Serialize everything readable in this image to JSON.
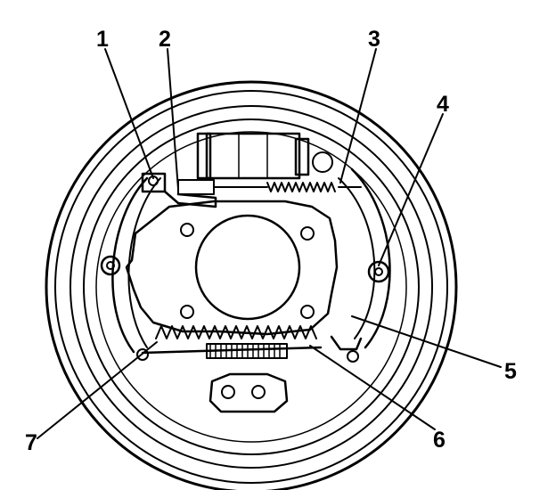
{
  "callouts": {
    "c1": "1",
    "c2": "2",
    "c3": "3",
    "c4": "4",
    "c5": "5",
    "c6": "6",
    "c7": "7"
  },
  "colors": {
    "ink": "#000000",
    "paper": "#ffffff"
  },
  "icons": [
    "brake-drum-assembly-drawing"
  ]
}
